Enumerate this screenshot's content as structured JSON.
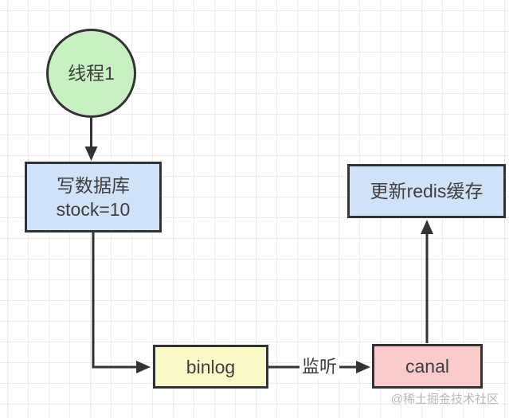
{
  "diagram": {
    "nodes": {
      "thread1": {
        "label": "线程1",
        "fill": "#c8f0c2"
      },
      "write_db": {
        "label_line1": "写数据库",
        "label_line2": "stock=10",
        "fill": "#cfe2f7"
      },
      "update_redis": {
        "label": "更新redis缓存",
        "fill": "#cfe2f7"
      },
      "binlog": {
        "label": "binlog",
        "fill": "#fafac8"
      },
      "canal": {
        "label": "canal",
        "fill": "#fbcaca"
      }
    },
    "edges": {
      "binlog_to_canal_label": "监听"
    },
    "colors": {
      "border": "#333333",
      "line": "#333333",
      "text": "#3f3f3f",
      "grid": "#ececec",
      "background": "#ffffff",
      "watermark": "#b9b9b9"
    }
  },
  "watermark": {
    "text": "@稀土掘金技术社区"
  }
}
